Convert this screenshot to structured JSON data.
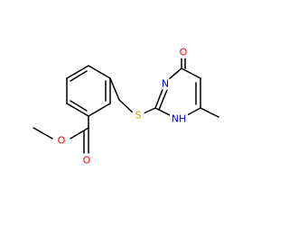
{
  "molecule": {
    "colors": {
      "bond": "#000000",
      "oxygen": "#ff0000",
      "nitrogen": "#0000ff",
      "sulfur": "#c8a000",
      "background": "#ffffff"
    },
    "atom_labels": {
      "ester_carbonyl_o": "O",
      "ester_ether_o": "O",
      "sulfur": "S",
      "ring_n3": "N",
      "ring_n1h": "NH",
      "ring_oxo_o": "O"
    }
  }
}
